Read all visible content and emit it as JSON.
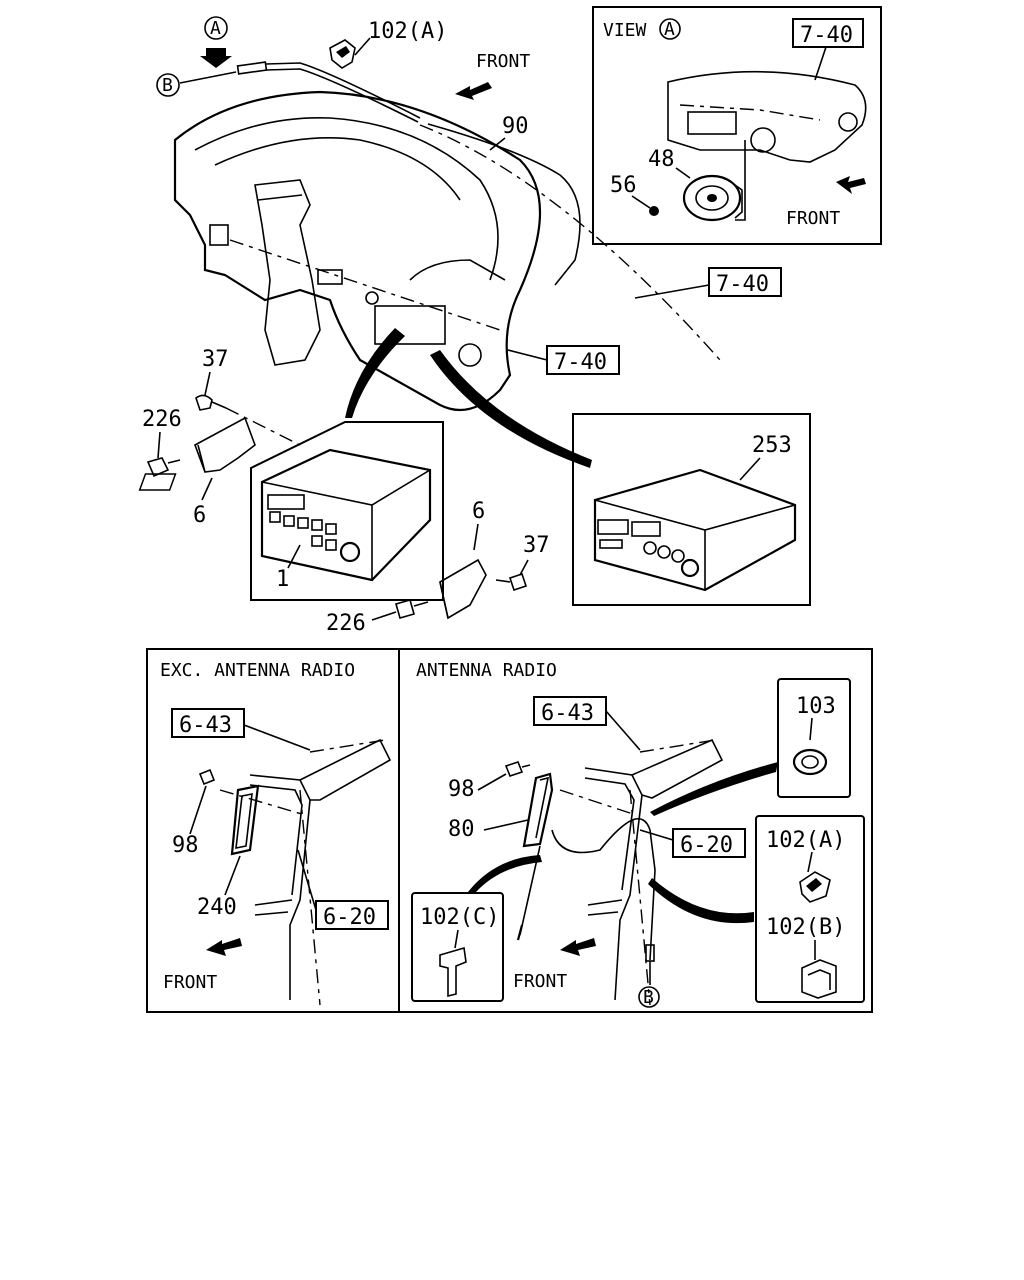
{
  "view_a": {
    "title": "VIEW",
    "ref": "7-40",
    "part_48": "48",
    "part_56": "56",
    "front": "FRONT"
  },
  "main": {
    "arrow_a": "A",
    "marker_b": "B",
    "part_102a": "102(A)",
    "front": "FRONT",
    "part_90": "90",
    "ref_7_40_right": "7-40",
    "ref_7_40_mid": "7-40",
    "part_37_top": "37",
    "part_226_left": "226",
    "part_6_left": "6",
    "part_6_right": "6",
    "part_37_right": "37",
    "part_1": "1",
    "part_226_bottom": "226",
    "part_253": "253"
  },
  "exc_panel": {
    "title": "EXC. ANTENNA RADIO",
    "ref_6_43": "6-43",
    "part_98": "98",
    "part_240": "240",
    "ref_6_20": "6-20",
    "front": "FRONT"
  },
  "ant_panel": {
    "title": "ANTENNA RADIO",
    "ref_6_43": "6-43",
    "part_98": "98",
    "part_80": "80",
    "ref_6_20": "6-20",
    "part_103": "103",
    "part_102a": "102(A)",
    "part_102b": "102(B)",
    "part_102c": "102(C)",
    "front": "FRONT",
    "marker_b": "B"
  }
}
